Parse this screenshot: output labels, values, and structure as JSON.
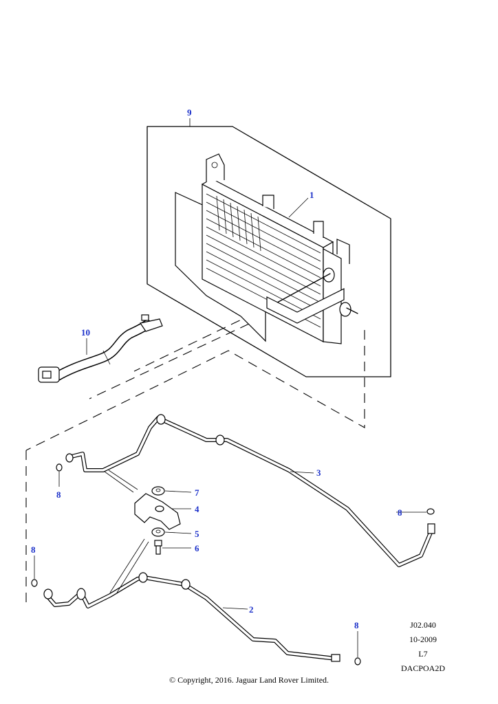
{
  "callouts": [
    {
      "id": "9",
      "label": "9",
      "part": "oil-cooler-assembly"
    },
    {
      "id": "1",
      "label": "1",
      "part": "oil-cooler"
    },
    {
      "id": "10",
      "label": "10",
      "part": "wiring-harness"
    },
    {
      "id": "3",
      "label": "3",
      "part": "upper-pipe"
    },
    {
      "id": "8a",
      "label": "8",
      "part": "o-ring"
    },
    {
      "id": "7",
      "label": "7",
      "part": "washer"
    },
    {
      "id": "4",
      "label": "4",
      "part": "pipe-clamp"
    },
    {
      "id": "5",
      "label": "5",
      "part": "washer"
    },
    {
      "id": "6",
      "label": "6",
      "part": "bolt"
    },
    {
      "id": "8b",
      "label": "8",
      "part": "o-ring"
    },
    {
      "id": "8c",
      "label": "8",
      "part": "o-ring"
    },
    {
      "id": "2",
      "label": "2",
      "part": "lower-pipe"
    },
    {
      "id": "8d",
      "label": "8",
      "part": "o-ring"
    }
  ],
  "meta": {
    "ref": "J02.040",
    "date": "10-2009",
    "code": "L7",
    "illustration_id": "DACPOA2D"
  },
  "copyright": "© Copyright, 2016. Jaguar Land Rover Limited.",
  "colors": {
    "callout_text": "#1a2fc9",
    "line": "#000000",
    "background": "#ffffff"
  }
}
